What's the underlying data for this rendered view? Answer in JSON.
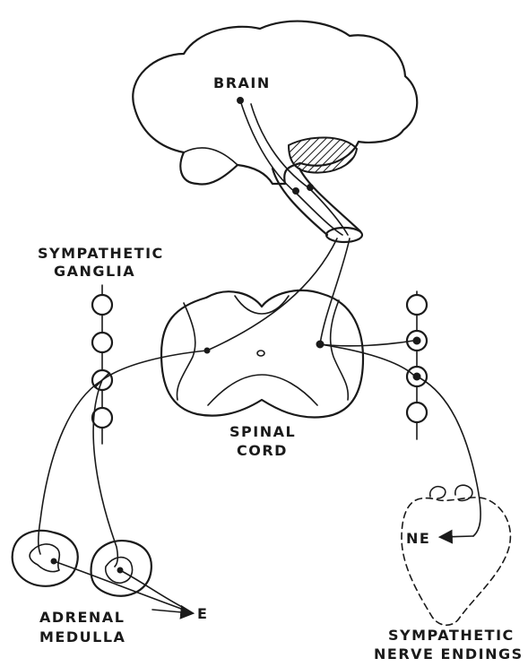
{
  "diagram": {
    "labels": {
      "brain": "BRAIN",
      "ganglia_line1": "SYMPATHETIC",
      "ganglia_line2": "GANGLIA",
      "spinal_line1": "SPINAL",
      "spinal_line2": "CORD",
      "adrenal_line1": "ADRENAL",
      "adrenal_line2": "MEDULLA",
      "epinephrine": "E",
      "norepinephrine": "NE",
      "endings_line1": "SYMPATHETIC",
      "endings_line2": "NERVE ENDINGS"
    }
  }
}
